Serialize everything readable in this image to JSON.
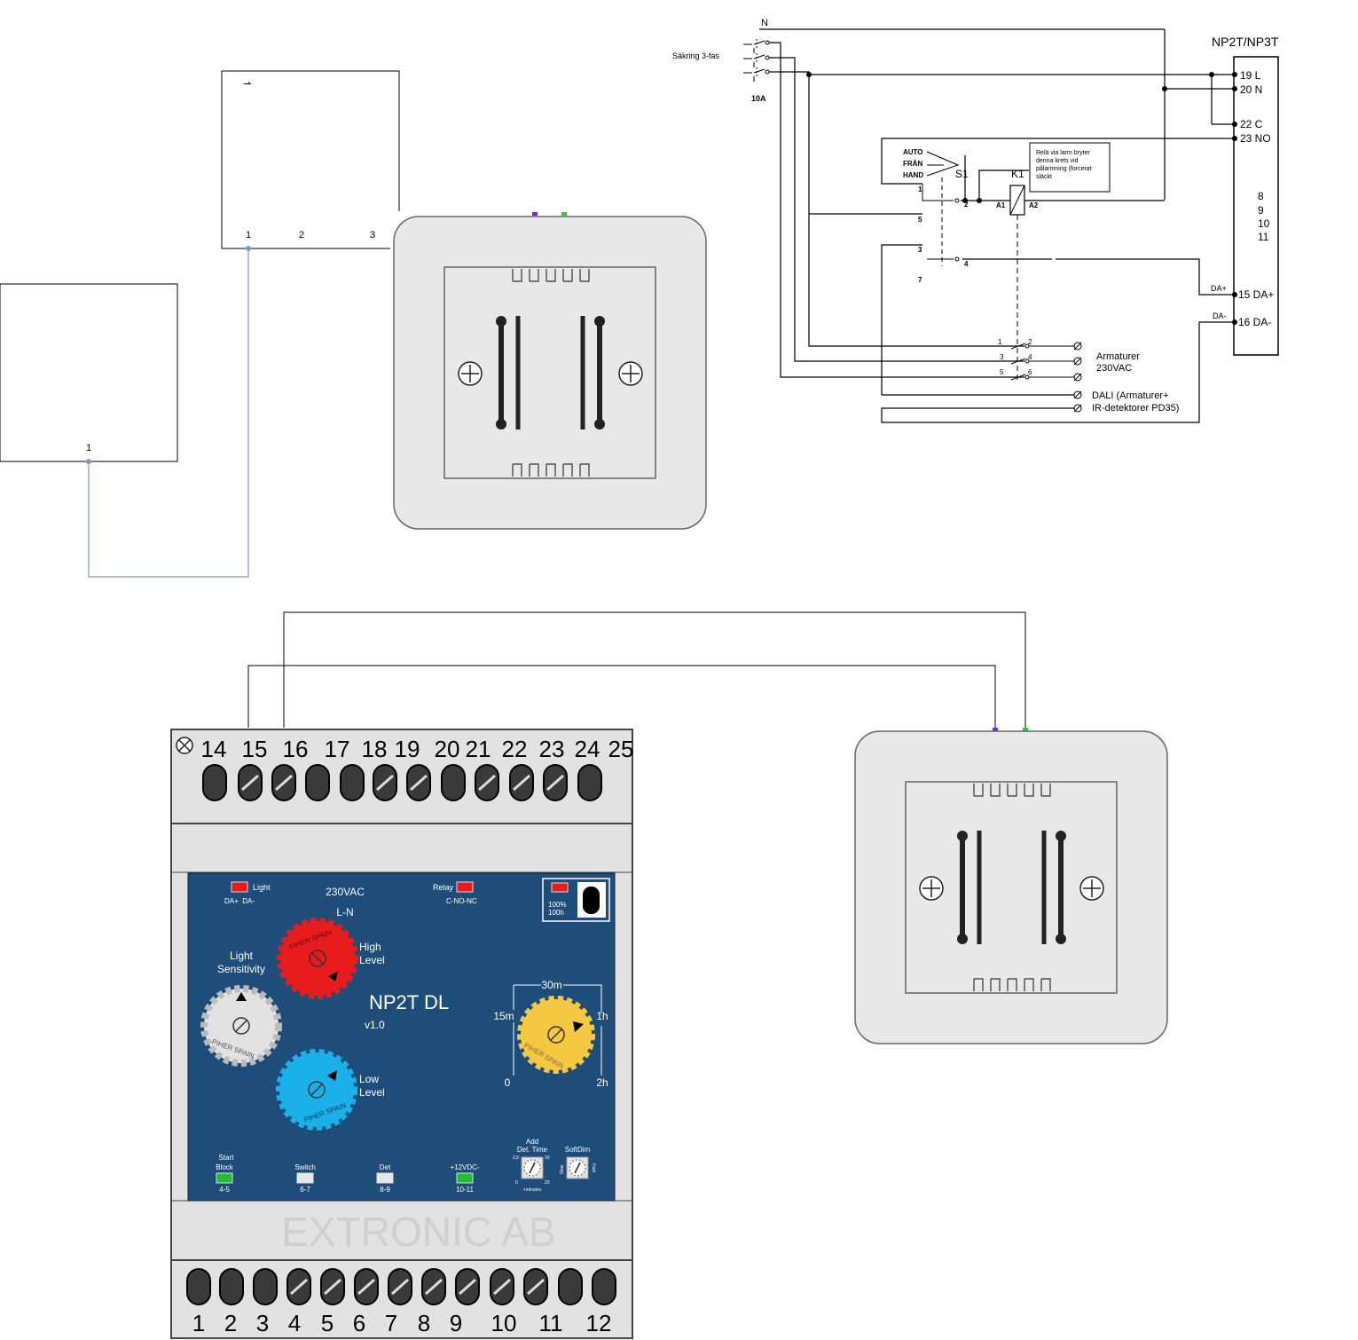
{
  "boxes": {
    "box_a": {
      "pin1": "1",
      "pin2": "2",
      "pin3": "3",
      "mark": "⇀"
    },
    "box_b": {
      "pin1": "1"
    }
  },
  "schematic": {
    "n_label": "N",
    "fuse_label": "Säkring 3-fas",
    "fuse_rating": "10A",
    "device_title": "NP2T/NP3T",
    "terminals": [
      "19 L",
      "20 N",
      "22 C",
      "23 NO",
      "8",
      "9",
      "10",
      "11",
      "15 DA+",
      "16 DA-"
    ],
    "da_plus": "DA+",
    "da_minus": "DA-",
    "switch_modes": [
      "AUTO",
      "FRÅN",
      "HAND"
    ],
    "switch_label": "S1",
    "relay_label": "K1",
    "relay_a1": "A1",
    "relay_a2": "A2",
    "relay_note": [
      "Relä via larm bryter",
      "denna krets vid",
      "pålarmning (forcerat",
      "släckt"
    ],
    "s1_contacts": [
      "1",
      "2",
      "5",
      "3",
      "4",
      "7"
    ],
    "k1_contacts": [
      "1",
      "2",
      "3",
      "4",
      "5",
      "6"
    ],
    "out_armaturer": [
      "Armaturer",
      "230VAC"
    ],
    "out_dali": [
      "DALI (Armaturer+",
      "IR-detektorer PD35)"
    ]
  },
  "module": {
    "top_terminals": [
      "14",
      "15",
      "16",
      "17",
      "18",
      "19",
      "20",
      "21",
      "22",
      "23",
      "24",
      "25"
    ],
    "bottom_terminals": [
      "1",
      "2",
      "3",
      "4",
      "5",
      "6",
      "7",
      "8",
      "9",
      "10",
      "11",
      "12"
    ],
    "light_led": "Light",
    "da_labels": "DA+  DA-",
    "voltage": "230VAC",
    "ln": "L-N",
    "relay_led": "Relay",
    "relay_contacts": "C-NO-NC",
    "hours_1": "100%",
    "hours_2": "100h",
    "light_sens_1": "Light",
    "light_sens_2": "Sensitivity",
    "high_1": "High",
    "high_2": "Level",
    "low_1": "Low",
    "low_2": "Level",
    "model": "NP2T DL",
    "version": "v1.0",
    "knob_brand": "PIHER SPAIN",
    "timer_30m": "30m",
    "timer_15m": "15m",
    "timer_1h": "1h",
    "timer_0": "0",
    "timer_2h": "2h",
    "leds": [
      {
        "top1": "Start",
        "top2": "Block",
        "bottom": "4-5",
        "color": "#22bb33"
      },
      {
        "top1": "",
        "top2": "Switch",
        "bottom": "6-7",
        "color": "#e6e6e6"
      },
      {
        "top1": "",
        "top2": "Det",
        "bottom": "8-9",
        "color": "#e6e6e6"
      },
      {
        "top1": "",
        "top2": "+12VDC-",
        "bottom": "10-11",
        "color": "#22bb33"
      }
    ],
    "add_1": "Add",
    "add_2": "Det. Time",
    "add_s1": "2,5",
    "add_s2": "10",
    "add_s3": "0",
    "add_s4": "20",
    "add_s5": "+minutes",
    "softdim": "SoftDim",
    "soft_s1": "Slow",
    "soft_s2": "Fast",
    "brand": "EXTRONIC AB"
  },
  "colors": {
    "panel_blue": "#1e4d7a",
    "knob_red": "#e81c1c",
    "knob_blue": "#1ab0ea",
    "knob_yellow": "#f5c842",
    "knob_gray": "#e2e2e2",
    "wire_blue": "#7f98c6",
    "module_gray": "#e2e2e2",
    "detector_gray": "#e8e8e8"
  }
}
